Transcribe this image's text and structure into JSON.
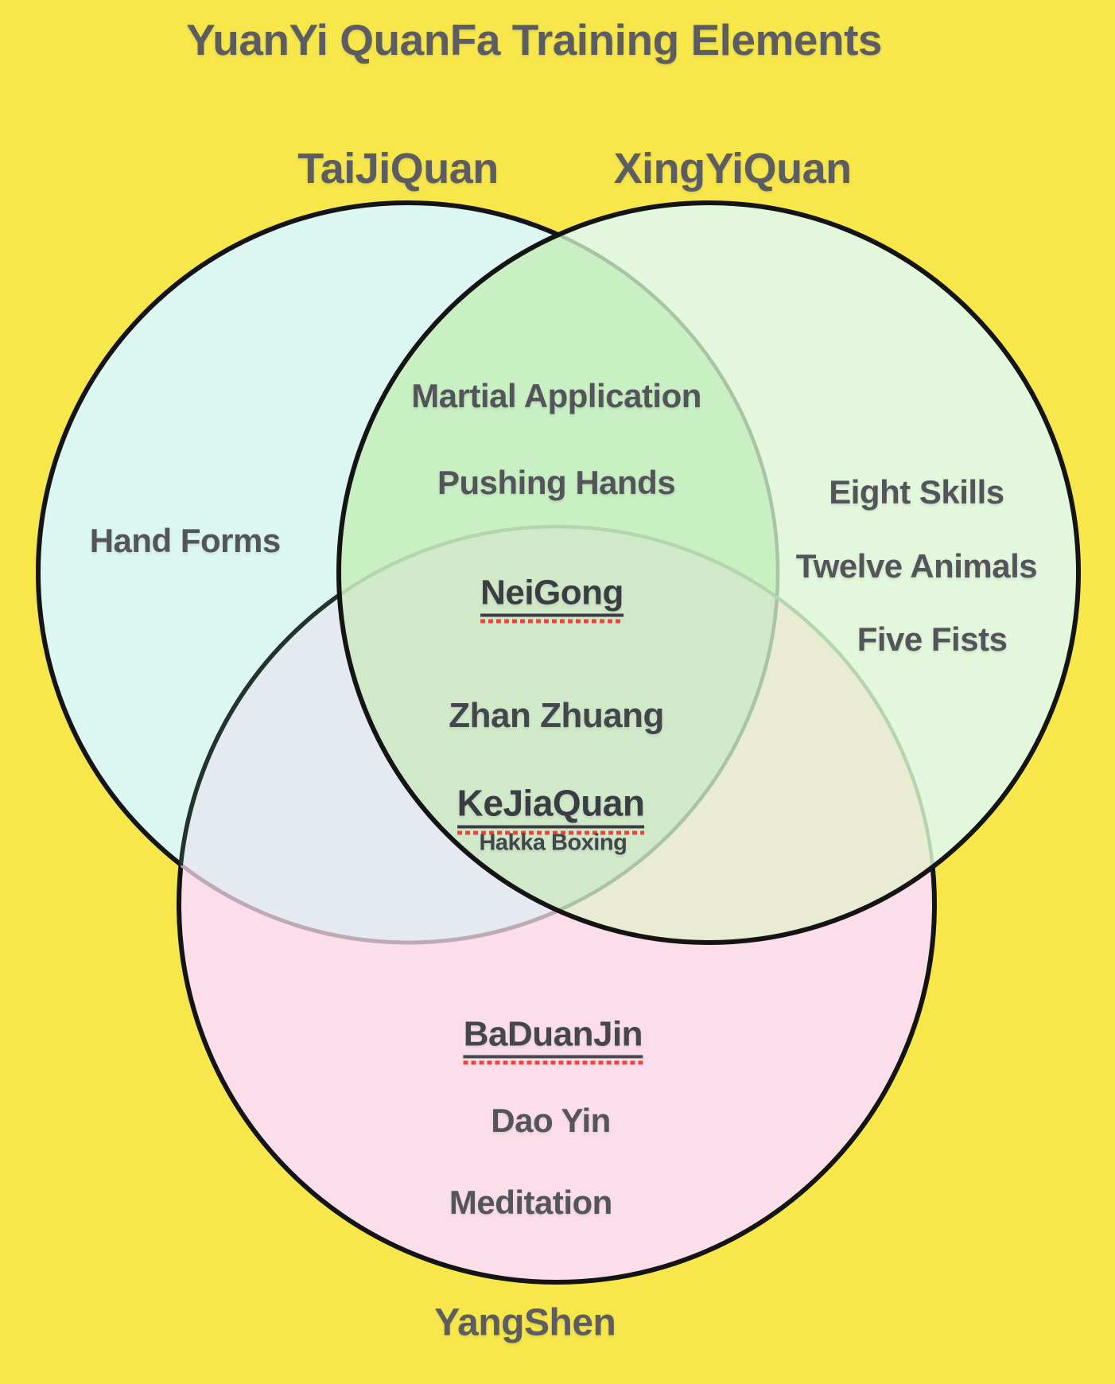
{
  "title": "YuanYi QuanFa Training Elements",
  "background_color": "#f8e74a",
  "underline_squiggle_color": "#ef453c",
  "venn": {
    "circles": [
      {
        "name": "TaiJiQuan",
        "fill": "#dcf7f2",
        "outline": "#141414"
      },
      {
        "name": "XingYiQuan",
        "fill": "#e2f7db",
        "outline": "#141414"
      },
      {
        "name": "YangShen",
        "fill": "#fbdee9",
        "outline": "#141414"
      }
    ],
    "overlap_fills": {
      "taiji_xingyi": "#c8f0c3",
      "taiji_yangshen": "#e4eaf0",
      "xingyi_yangshen": "#e9ecd2",
      "center": "#d0e9c8"
    },
    "regions": {
      "taijiquan_only": [
        "Hand Forms"
      ],
      "xingyiquan_only": [
        "Eight Skills",
        "Twelve Animals",
        "Five Fists"
      ],
      "yangshen_only": [
        "BaDuanJin",
        "Dao Yin",
        "Meditation"
      ],
      "taijiquan_and_xingyiquan": [
        "Martial Application",
        "Pushing Hands"
      ],
      "all_three": [
        "NeiGong",
        "Zhan Zhuang",
        "KeJiaQuan (Hakka Boxing)"
      ]
    }
  },
  "labels": {
    "title": "YuanYi QuanFa Training Elements",
    "taijiquan": "TaiJiQuan",
    "xingyiquan": "XingYiQuan",
    "yangshen": "YangShen",
    "hand_forms": "Hand Forms",
    "martial_application": "Martial Application",
    "pushing_hands": "Pushing Hands",
    "eight_skills": "Eight Skills",
    "twelve_animals": "Twelve Animals",
    "five_fists": "Five Fists",
    "neigong": "NeiGong",
    "zhan_zhuang": "Zhan Zhuang",
    "kejiaquan": "KeJiaQuan",
    "hakka_boxing": "Hakka Boxing",
    "baduanjin": "BaDuanJin",
    "dao_yin": "Dao Yin",
    "meditation": "Meditation"
  }
}
